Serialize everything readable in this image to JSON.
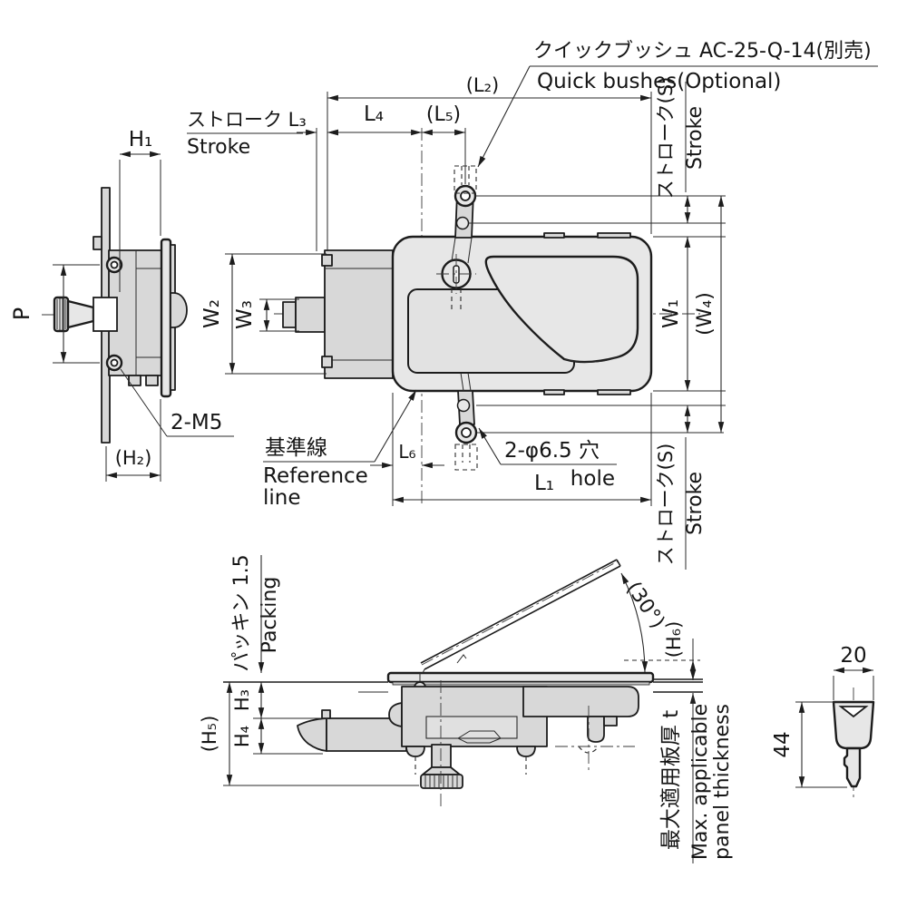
{
  "labels": {
    "quick_bush": {
      "jp": "クイックブッシュ AC-25-Q-14(別売)",
      "en": "Quick bushes(Optional)"
    },
    "stroke_l3": {
      "jp": "ストローク L₃",
      "en": "Stroke"
    },
    "stroke_s_top": {
      "jp": "ストローク(S)",
      "en": "Stroke"
    },
    "stroke_s_bottom": {
      "jp": "ストローク(S)",
      "en": "Stroke"
    },
    "reference_line": {
      "jp": "基準線",
      "en_line1": "Reference",
      "en_line2": "line"
    },
    "hole": {
      "jp": "2-φ6.5 穴",
      "en": "hole"
    },
    "screw_spec": "2-M5",
    "packing": {
      "jp": "パッキン 1.5",
      "en": "Packing"
    },
    "panel_thickness": {
      "jp": "最大適用板厚 t",
      "en_line1": "Max. applicable",
      "en_line2": "panel thickness"
    }
  },
  "dimensions": {
    "h1": "H₁",
    "p": "P",
    "h2": "(H₂)",
    "w2": "W₂",
    "w3": "W₃",
    "l2": "(L₂)",
    "l4": "L₄",
    "l5": "(L₅)",
    "w1": "W₁",
    "w4": "(W₄)",
    "l6": "L₆",
    "l1": "L₁",
    "h3": "H₃",
    "h4": "H₄",
    "h5": "(H₅)",
    "h6": "(H₆)",
    "angle": "(30°)",
    "key_width": "20",
    "key_length": "44"
  },
  "colors": {
    "line": "#1c1c1c",
    "fill_light": "#e7e7e7",
    "fill_mid": "#d8d8d8",
    "background": "#ffffff"
  }
}
